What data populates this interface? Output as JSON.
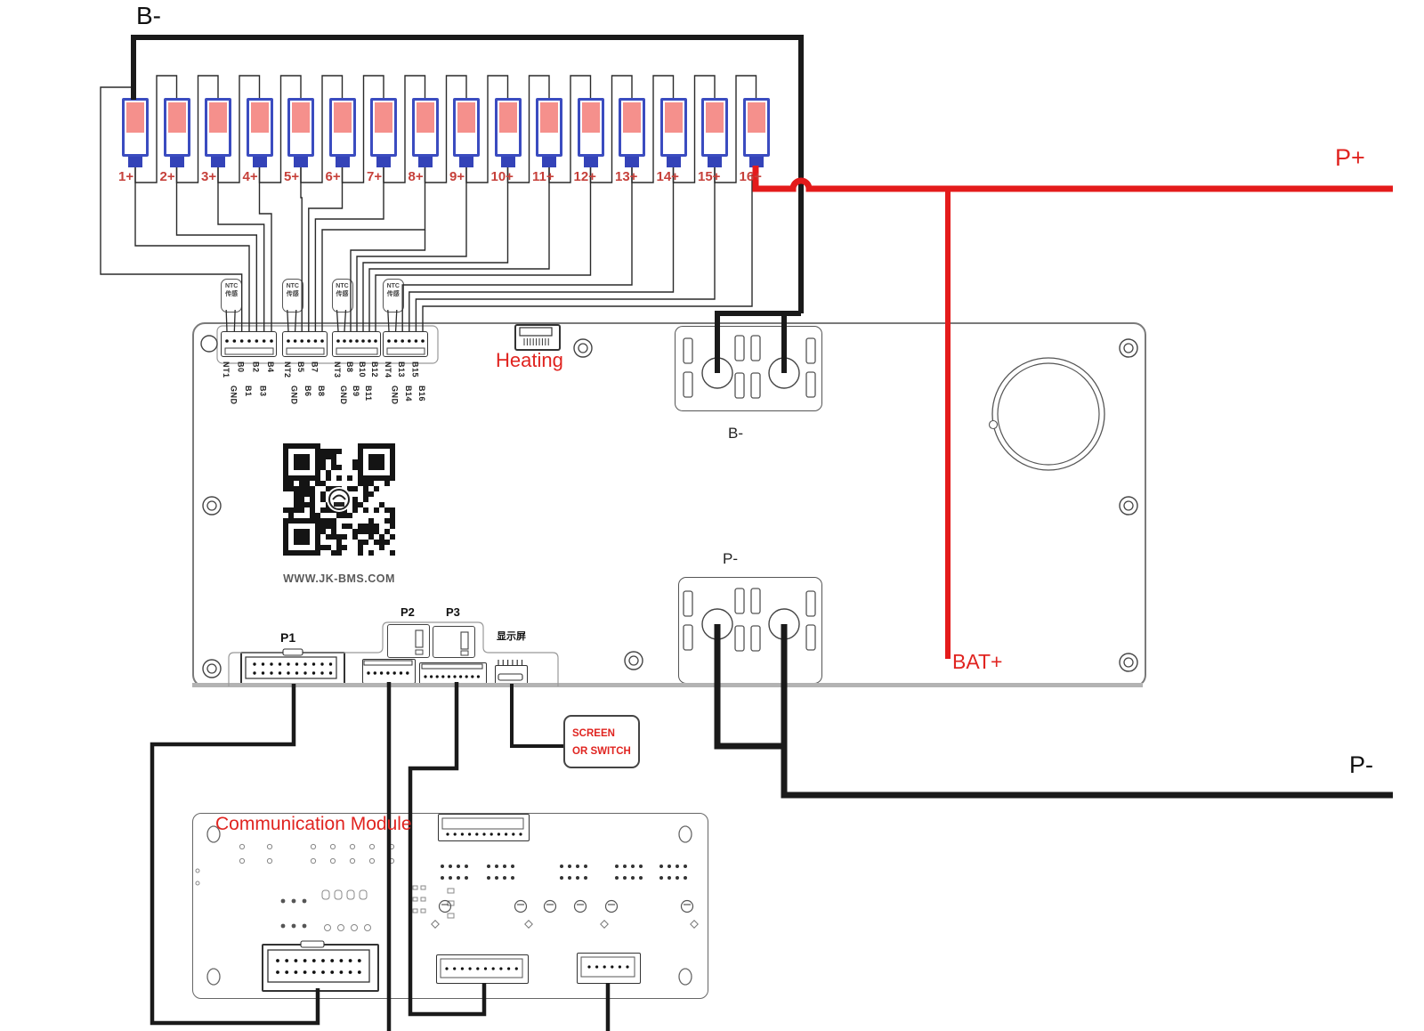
{
  "labels": {
    "pack_negative": "B-",
    "pack_positive": "P+",
    "bat_positive": "BAT+",
    "output_negative": "P-",
    "heating": "Heating",
    "b_terminal": "B-",
    "p_terminal": "P-",
    "screen_line1": "SCREEN",
    "screen_line2": "OR SWITCH",
    "communication_module": "Communication Module",
    "website": "WWW.JK-BMS.COM",
    "display_port": "显示屏",
    "p1": "P1",
    "p2": "P2",
    "p3": "P3"
  },
  "ntc_tag": {
    "line1": "NTC",
    "line2": "传感"
  },
  "cells": [
    "1+",
    "2+",
    "3+",
    "4+",
    "5+",
    "6+",
    "7+",
    "8+",
    "9+",
    "10+",
    "11+",
    "12+",
    "13+",
    "14+",
    "15+",
    "16+"
  ],
  "balance_connectors": [
    {
      "pins": [
        "NT1",
        "GND",
        "B0",
        "B1",
        "B2",
        "B3",
        "B4"
      ]
    },
    {
      "pins": [
        "NT2",
        "GND",
        "B5",
        "B6",
        "B7",
        "B8"
      ]
    },
    {
      "pins": [
        "NT3",
        "GND",
        "B8",
        "B9",
        "B10",
        "B11",
        "B12"
      ]
    },
    {
      "pins": [
        "NT4",
        "GND",
        "B13",
        "B14",
        "B15",
        "B16"
      ]
    }
  ],
  "colors": {
    "wire_red": "#e41b1b",
    "wire_black": "#1a1a1a",
    "thin_wire": "#2a2a2a",
    "cell_border": "#3b4cc0",
    "cell_fill": "#f5908c",
    "label_red": "#e02420",
    "cell_number_red": "#c6403a",
    "board_gray": "#7a7a7a"
  }
}
